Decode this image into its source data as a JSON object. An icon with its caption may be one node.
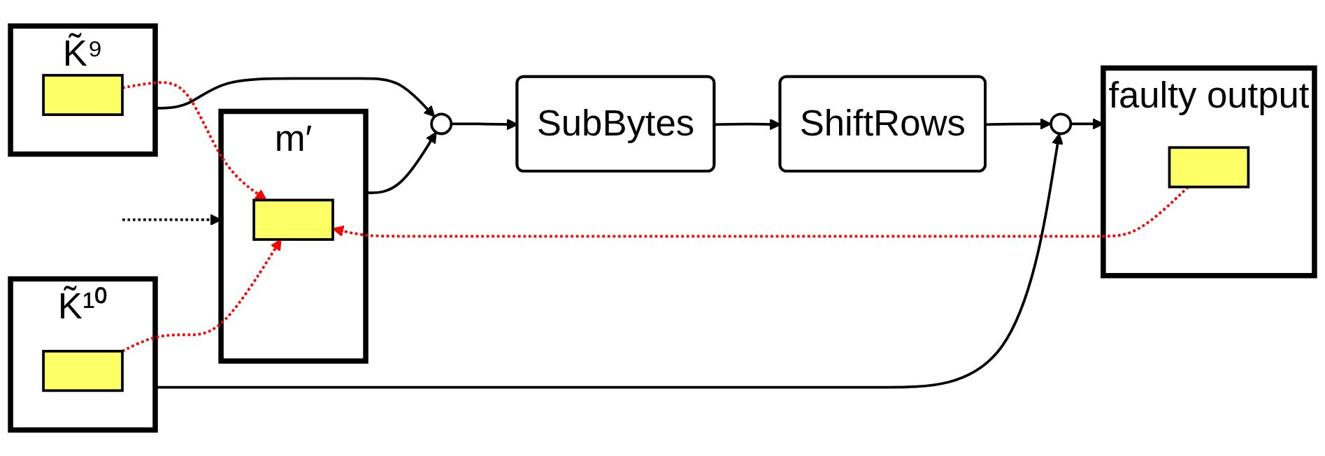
{
  "diagram": {
    "nodes": [
      {
        "text": [
          "K̃⁹"
        ]
      },
      {
        "text": [],
        "shape": "box",
        "in": 0
      },
      {
        "text": [
          "K̃¹⁰"
        ]
      },
      {
        "text": [],
        "shape": "box",
        "in": 2
      },
      {
        "text": [
          "m′"
        ]
      },
      {
        "text": [],
        "shape": "box",
        "in": 4
      },
      {
        "text": [],
        "shape": "circle"
      },
      {
        "text": [
          "SubBytes"
        ]
      },
      {
        "text": [
          "ShiftRows"
        ]
      },
      {
        "text": [],
        "shape": "circle"
      },
      {
        "text": [
          "faulty output"
        ]
      },
      {
        "text": [],
        "shape": "box",
        "in": 10
      }
    ],
    "edges": [
      {
        "from": null,
        "to": 4,
        "arrow": "to",
        "style": "dashed"
      },
      {
        "from": 4,
        "to": 6,
        "arrow": "to"
      },
      {
        "from": 0,
        "to": 6,
        "arrow": "to"
      },
      {
        "from": 6,
        "to": 7,
        "arrow": "to"
      },
      {
        "from": 7,
        "to": 8,
        "arrow": "to"
      },
      {
        "from": 8,
        "to": 9,
        "arrow": "to"
      },
      {
        "from": 2,
        "to": 9,
        "arrow": "to"
      },
      {
        "from": 9,
        "to": 10,
        "arrow": "to"
      },
      {
        "from": 1,
        "to": 5,
        "arrow": "to",
        "style": "dashed",
        "color": "#ff0000"
      },
      {
        "from": 3,
        "to": 5,
        "arrow": "to",
        "style": "dashed",
        "color": "#ff0000"
      },
      {
        "from": 11,
        "to": 5,
        "arrow": "to",
        "style": "dashed",
        "color": "#ff0000"
      }
    ]
  }
}
